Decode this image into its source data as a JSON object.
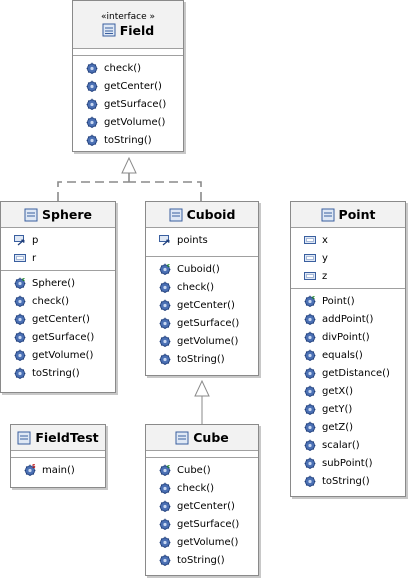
{
  "classes": {
    "field": {
      "stereotype": "«interface »",
      "name": "Field",
      "attributes": [],
      "methods": [
        "check()",
        "getCenter()",
        "getSurface()",
        "getVolume()",
        "toString()"
      ]
    },
    "sphere": {
      "name": "Sphere",
      "attributes": [
        "p",
        "r"
      ],
      "methods": [
        "Sphere()",
        "check()",
        "getCenter()",
        "getSurface()",
        "getVolume()",
        "toString()"
      ]
    },
    "cuboid": {
      "name": "Cuboid",
      "attributes": [
        "points"
      ],
      "methods": [
        "Cuboid()",
        "check()",
        "getCenter()",
        "getSurface()",
        "getVolume()",
        "toString()"
      ]
    },
    "point": {
      "name": "Point",
      "attributes": [
        "x",
        "y",
        "z"
      ],
      "methods": [
        "Point()",
        "addPoint()",
        "divPoint()",
        "equals()",
        "getDistance()",
        "getX()",
        "getY()",
        "getZ()",
        "scalar()",
        "subPoint()",
        "toString()"
      ]
    },
    "fieldtest": {
      "name": "FieldTest",
      "attributes": [],
      "methods": [
        "main()"
      ]
    },
    "cube": {
      "name": "Cube",
      "attributes": [],
      "methods": [
        "Cube()",
        "check()",
        "getCenter()",
        "getSurface()",
        "getVolume()",
        "toString()"
      ]
    }
  }
}
